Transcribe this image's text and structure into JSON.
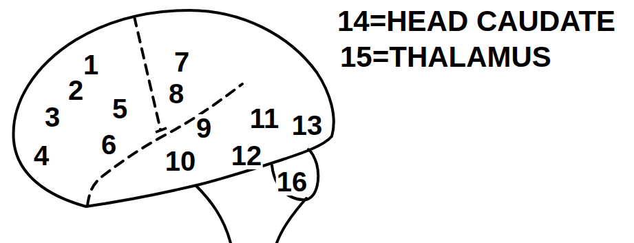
{
  "diagram": {
    "labels": [
      "1",
      "2",
      "3",
      "4",
      "5",
      "6",
      "7",
      "8",
      "9",
      "10",
      "11",
      "12",
      "13",
      "16",
      "14=HEAD CAUDATE",
      "15=THALAMUS"
    ]
  }
}
